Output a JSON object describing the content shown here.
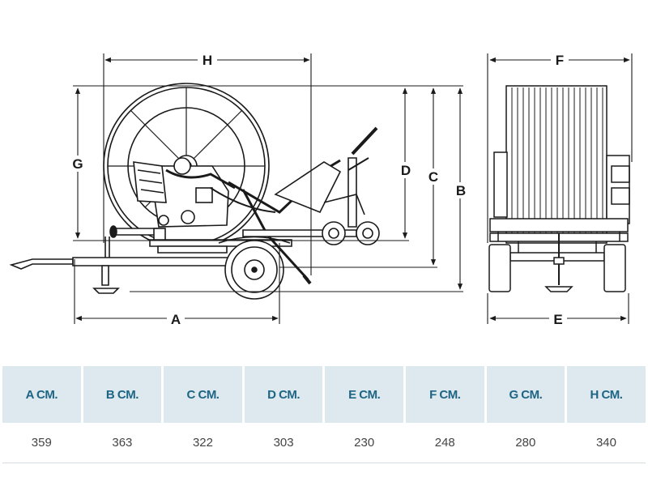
{
  "dimension_labels": {
    "A": "A",
    "B": "B",
    "C": "C",
    "D": "D",
    "E": "E",
    "F": "F",
    "G": "G",
    "H": "H"
  },
  "table": {
    "headers": [
      "A CM.",
      "B CM.",
      "C CM.",
      "D CM.",
      "E CM.",
      "F CM.",
      "G CM.",
      "H CM."
    ],
    "values": [
      "359",
      "363",
      "322",
      "303",
      "230",
      "248",
      "280",
      "340"
    ]
  },
  "colors": {
    "header_bg": "#dde8ef",
    "header_text": "#1e6584",
    "value_text": "#444444",
    "line": "#1a1a1a"
  }
}
